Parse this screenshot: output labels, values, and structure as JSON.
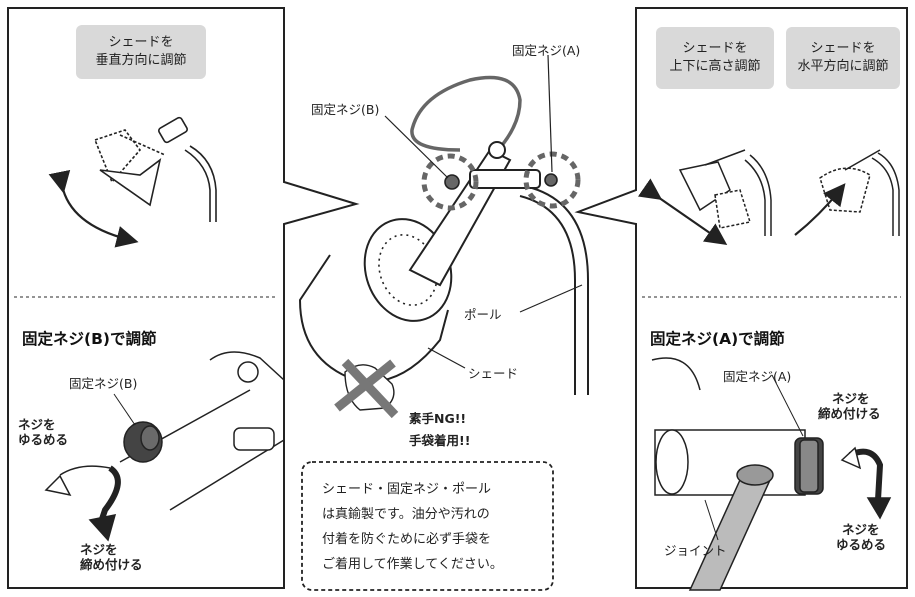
{
  "left_panel": {
    "box_line1": "シェードを",
    "box_line2": "垂直方向に調節",
    "section_title": "固定ネジ(B)で調節",
    "screw_label": "固定ネジ(B)",
    "loosen_line1": "ネジを",
    "loosen_line2": "ゆるめる",
    "tighten_line1": "ネジを",
    "tighten_line2": "締め付ける"
  },
  "center_panel": {
    "screw_a_label": "固定ネジ(A)",
    "screw_b_label": "固定ネジ(B)",
    "pole_label": "ポール",
    "shade_label": "シェード",
    "warning_line1": "素手NG!!",
    "warning_line2": "手袋着用!!",
    "note_lines": [
      "シェード・固定ネジ・ポール",
      "は真鍮製です。油分や汚れの",
      "付着を防ぐために必ず手袋を",
      "ご着用して作業してください。"
    ]
  },
  "right_panel": {
    "box1_line1": "シェードを",
    "box1_line2": "上下に高さ調節",
    "box2_line1": "シェードを",
    "box2_line2": "水平方向に調節",
    "section_title": "固定ネジ(A)で調節",
    "screw_label": "固定ネジ(A)",
    "tighten_line1": "ネジを",
    "tighten_line2": "締め付ける",
    "loosen_line1": "ネジを",
    "loosen_line2": "ゆるめる",
    "joint_label": "ジョイント"
  }
}
